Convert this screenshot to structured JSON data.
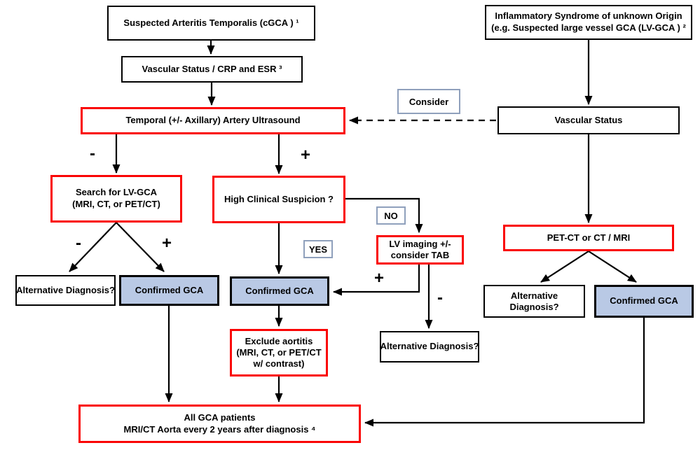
{
  "diagram": {
    "colors": {
      "red_border": "#fa0505",
      "confirmed_fill": "#b9c9e5",
      "hint_border": "#8fa0bc",
      "line_color": "#000000"
    },
    "nodes": {
      "suspected_at": {
        "label": "Suspected Arteritis Temporalis (cGCA ) ¹"
      },
      "vascular_crp": {
        "label": "Vascular Status / CRP and ESR ³"
      },
      "inflammatory": {
        "line1": "Inflammatory Syndrome of unknown Origin",
        "line2": "(e.g. Suspected large vessel GCA (LV-GCA ) ²"
      },
      "temporal_us": {
        "label": "Temporal (+/- Axillary) Artery Ultrasound"
      },
      "consider": {
        "label": "Consider"
      },
      "vascular_status": {
        "label": "Vascular Status"
      },
      "search_lvgca": {
        "line1": "Search for LV-GCA",
        "line2": "(MRI, CT, or PET/CT)"
      },
      "high_suspicion": {
        "label": "High Clinical Suspicion ?"
      },
      "no_tag": {
        "label": "NO"
      },
      "yes_tag": {
        "label": "YES"
      },
      "lv_imaging": {
        "line1": "LV imaging  +/-",
        "line2": "consider TAB"
      },
      "pet_ct": {
        "label": "PET-CT or CT / MRI"
      },
      "alt_diag_left": {
        "label": "Alternative Diagnosis?"
      },
      "confirmed_left": {
        "label": "Confirmed GCA"
      },
      "confirmed_center": {
        "label": "Confirmed GCA"
      },
      "alt_diag_right": {
        "line1": "Alternative",
        "line2": "Diagnosis?"
      },
      "confirmed_right": {
        "label": "Confirmed GCA"
      },
      "exclude_aortitis": {
        "line1": "Exclude aortitis",
        "line2": "(MRI, CT, or PET/CT",
        "line3": "w/ contrast)"
      },
      "alt_diag_bottom": {
        "label": "Alternative Diagnosis?"
      },
      "all_gca": {
        "line1": "All GCA patients",
        "line2": "MRI/CT Aorta every 2 years after diagnosis ⁴"
      }
    },
    "edge_labels": {
      "us_neg": "-",
      "us_pos": "+",
      "search_neg": "-",
      "search_pos": "+",
      "lv_pos": "+",
      "lv_neg": "-"
    }
  }
}
